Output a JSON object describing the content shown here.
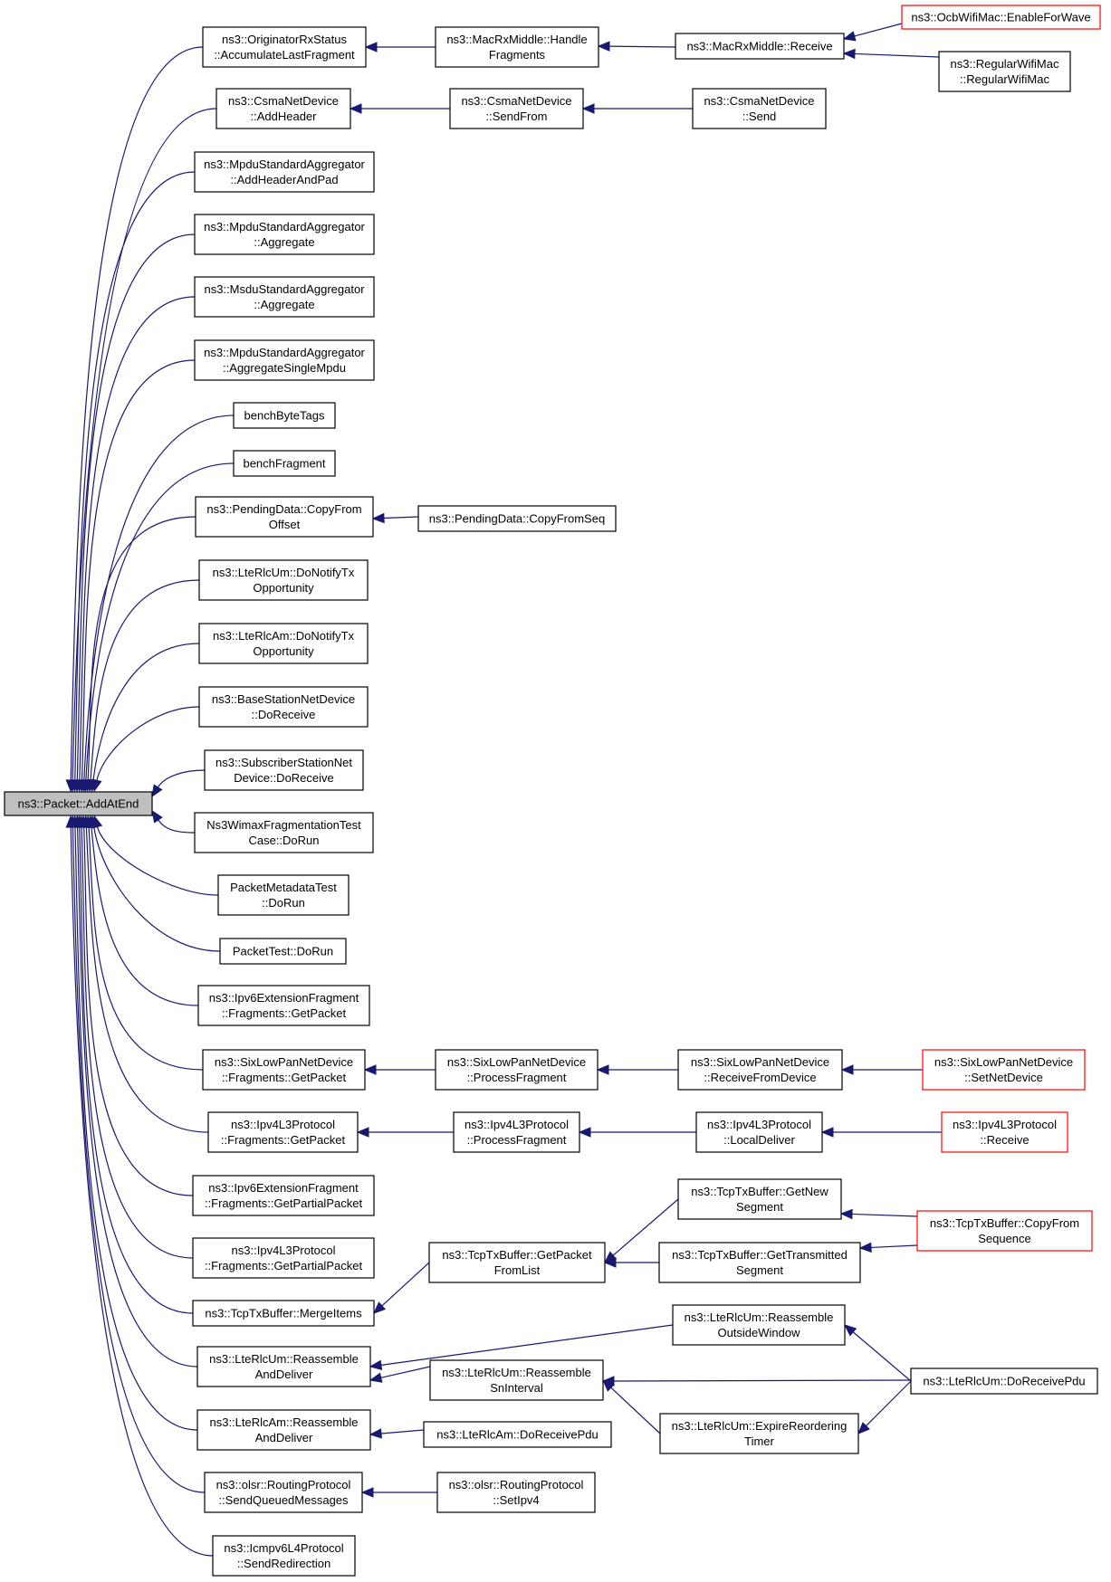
{
  "graph": {
    "root_id": "root",
    "nodes": [
      {
        "id": "root",
        "lines": [
          "ns3::Packet::AddAtEnd"
        ],
        "style": "root"
      },
      {
        "id": "orig_accum",
        "lines": [
          "ns3::OriginatorRxStatus",
          "::AccumulateLastFragment"
        ]
      },
      {
        "id": "macrx_handle",
        "lines": [
          "ns3::MacRxMiddle::Handle",
          "Fragments"
        ]
      },
      {
        "id": "macrx_receive",
        "lines": [
          "ns3::MacRxMiddle::Receive"
        ]
      },
      {
        "id": "ocb_enable",
        "lines": [
          "ns3::OcbWifiMac::EnableForWave"
        ],
        "style": "red"
      },
      {
        "id": "regular_wifi",
        "lines": [
          "ns3::RegularWifiMac",
          "::RegularWifiMac"
        ]
      },
      {
        "id": "csma_addheader",
        "lines": [
          "ns3::CsmaNetDevice",
          "::AddHeader"
        ]
      },
      {
        "id": "csma_sendfrom",
        "lines": [
          "ns3::CsmaNetDevice",
          "::SendFrom"
        ]
      },
      {
        "id": "csma_send",
        "lines": [
          "ns3::CsmaNetDevice",
          "::Send"
        ]
      },
      {
        "id": "mpdu_addheader",
        "lines": [
          "ns3::MpduStandardAggregator",
          "::AddHeaderAndPad"
        ]
      },
      {
        "id": "mpdu_aggregate",
        "lines": [
          "ns3::MpduStandardAggregator",
          "::Aggregate"
        ]
      },
      {
        "id": "msdu_aggregate",
        "lines": [
          "ns3::MsduStandardAggregator",
          "::Aggregate"
        ]
      },
      {
        "id": "mpdu_single",
        "lines": [
          "ns3::MpduStandardAggregator",
          "::AggregateSingleMpdu"
        ]
      },
      {
        "id": "bench_bytetags",
        "lines": [
          "benchByteTags"
        ]
      },
      {
        "id": "bench_fragment",
        "lines": [
          "benchFragment"
        ]
      },
      {
        "id": "pending_copyfromoffset",
        "lines": [
          "ns3::PendingData::CopyFrom",
          "Offset"
        ]
      },
      {
        "id": "pending_copyfromseq",
        "lines": [
          "ns3::PendingData::CopyFromSeq"
        ]
      },
      {
        "id": "lterlcum_notify",
        "lines": [
          "ns3::LteRlcUm::DoNotifyTx",
          "Opportunity"
        ]
      },
      {
        "id": "lterlcam_notify",
        "lines": [
          "ns3::LteRlcAm::DoNotifyTx",
          "Opportunity"
        ]
      },
      {
        "id": "basestation_receive",
        "lines": [
          "ns3::BaseStationNetDevice",
          "::DoReceive"
        ]
      },
      {
        "id": "subscriber_receive",
        "lines": [
          "ns3::SubscriberStationNet",
          "Device::DoReceive"
        ]
      },
      {
        "id": "wimax_frag_test",
        "lines": [
          "Ns3WimaxFragmentationTest",
          "Case::DoRun"
        ]
      },
      {
        "id": "packet_metadata_test",
        "lines": [
          "PacketMetadataTest",
          "::DoRun"
        ]
      },
      {
        "id": "packet_test",
        "lines": [
          "PacketTest::DoRun"
        ]
      },
      {
        "id": "ipv6ext_getpacket",
        "lines": [
          "ns3::Ipv6ExtensionFragment",
          "::Fragments::GetPacket"
        ]
      },
      {
        "id": "sixlowpan_getpacket",
        "lines": [
          "ns3::SixLowPanNetDevice",
          "::Fragments::GetPacket"
        ]
      },
      {
        "id": "sixlowpan_processfrag",
        "lines": [
          "ns3::SixLowPanNetDevice",
          "::ProcessFragment"
        ]
      },
      {
        "id": "sixlowpan_receivefrom",
        "lines": [
          "ns3::SixLowPanNetDevice",
          "::ReceiveFromDevice"
        ]
      },
      {
        "id": "sixlowpan_setnetdev",
        "lines": [
          "ns3::SixLowPanNetDevice",
          "::SetNetDevice"
        ],
        "style": "red"
      },
      {
        "id": "ipv4l3_getpacket",
        "lines": [
          "ns3::Ipv4L3Protocol",
          "::Fragments::GetPacket"
        ]
      },
      {
        "id": "ipv4l3_processfrag",
        "lines": [
          "ns3::Ipv4L3Protocol",
          "::ProcessFragment"
        ]
      },
      {
        "id": "ipv4l3_localdeliver",
        "lines": [
          "ns3::Ipv4L3Protocol",
          "::LocalDeliver"
        ]
      },
      {
        "id": "ipv4l3_receive",
        "lines": [
          "ns3::Ipv4L3Protocol",
          "::Receive"
        ],
        "style": "red"
      },
      {
        "id": "ipv6ext_getpartial",
        "lines": [
          "ns3::Ipv6ExtensionFragment",
          "::Fragments::GetPartialPacket"
        ]
      },
      {
        "id": "ipv4l3_getpartial",
        "lines": [
          "ns3::Ipv4L3Protocol",
          "::Fragments::GetPartialPacket"
        ]
      },
      {
        "id": "tcptx_mergeitems",
        "lines": [
          "ns3::TcpTxBuffer::MergeItems"
        ]
      },
      {
        "id": "tcptx_getpacketfromlist",
        "lines": [
          "ns3::TcpTxBuffer::GetPacket",
          "FromList"
        ]
      },
      {
        "id": "tcptx_getnewsegment",
        "lines": [
          "ns3::TcpTxBuffer::GetNew",
          "Segment"
        ]
      },
      {
        "id": "tcptx_gettransmitted",
        "lines": [
          "ns3::TcpTxBuffer::GetTransmitted",
          "Segment"
        ]
      },
      {
        "id": "tcptx_copyfromseq",
        "lines": [
          "ns3::TcpTxBuffer::CopyFrom",
          "Sequence"
        ],
        "style": "red"
      },
      {
        "id": "lterlcum_reassemble",
        "lines": [
          "ns3::LteRlcUm::Reassemble",
          "AndDeliver"
        ]
      },
      {
        "id": "lterlcum_outsidewindow",
        "lines": [
          "ns3::LteRlcUm::Reassemble",
          "OutsideWindow"
        ]
      },
      {
        "id": "lterlcum_sninterval",
        "lines": [
          "ns3::LteRlcUm::Reassemble",
          "SnInterval"
        ]
      },
      {
        "id": "lterlcum_doreceivepdu",
        "lines": [
          "ns3::LteRlcUm::DoReceivePdu"
        ]
      },
      {
        "id": "lterlcum_expire",
        "lines": [
          "ns3::LteRlcUm::ExpireReordering",
          "Timer"
        ]
      },
      {
        "id": "lterlcam_reassemble",
        "lines": [
          "ns3::LteRlcAm::Reassemble",
          "AndDeliver"
        ]
      },
      {
        "id": "lterlcam_doreceivepdu",
        "lines": [
          "ns3::LteRlcAm::DoReceivePdu"
        ]
      },
      {
        "id": "olsr_sendqueued",
        "lines": [
          "ns3::olsr::RoutingProtocol",
          "::SendQueuedMessages"
        ]
      },
      {
        "id": "olsr_setipv4",
        "lines": [
          "ns3::olsr::RoutingProtocol",
          "::SetIpv4"
        ]
      },
      {
        "id": "icmpv6_sendredirection",
        "lines": [
          "ns3::Icmpv6L4Protocol",
          "::SendRedirection"
        ]
      }
    ],
    "edges": [
      [
        "orig_accum",
        "root"
      ],
      [
        "csma_addheader",
        "root"
      ],
      [
        "mpdu_addheader",
        "root"
      ],
      [
        "mpdu_aggregate",
        "root"
      ],
      [
        "msdu_aggregate",
        "root"
      ],
      [
        "mpdu_single",
        "root"
      ],
      [
        "bench_bytetags",
        "root"
      ],
      [
        "bench_fragment",
        "root"
      ],
      [
        "pending_copyfromoffset",
        "root"
      ],
      [
        "lterlcum_notify",
        "root"
      ],
      [
        "lterlcam_notify",
        "root"
      ],
      [
        "basestation_receive",
        "root"
      ],
      [
        "subscriber_receive",
        "root"
      ],
      [
        "wimax_frag_test",
        "root"
      ],
      [
        "packet_metadata_test",
        "root"
      ],
      [
        "packet_test",
        "root"
      ],
      [
        "ipv6ext_getpacket",
        "root"
      ],
      [
        "sixlowpan_getpacket",
        "root"
      ],
      [
        "ipv4l3_getpacket",
        "root"
      ],
      [
        "ipv6ext_getpartial",
        "root"
      ],
      [
        "ipv4l3_getpartial",
        "root"
      ],
      [
        "tcptx_mergeitems",
        "root"
      ],
      [
        "lterlcum_reassemble",
        "root"
      ],
      [
        "lterlcam_reassemble",
        "root"
      ],
      [
        "olsr_sendqueued",
        "root"
      ],
      [
        "icmpv6_sendredirection",
        "root"
      ],
      [
        "macrx_handle",
        "orig_accum"
      ],
      [
        "macrx_receive",
        "macrx_handle"
      ],
      [
        "ocb_enable",
        "macrx_receive"
      ],
      [
        "regular_wifi",
        "macrx_receive"
      ],
      [
        "csma_sendfrom",
        "csma_addheader"
      ],
      [
        "csma_send",
        "csma_sendfrom"
      ],
      [
        "pending_copyfromseq",
        "pending_copyfromoffset"
      ],
      [
        "sixlowpan_processfrag",
        "sixlowpan_getpacket"
      ],
      [
        "sixlowpan_receivefrom",
        "sixlowpan_processfrag"
      ],
      [
        "sixlowpan_setnetdev",
        "sixlowpan_receivefrom"
      ],
      [
        "ipv4l3_processfrag",
        "ipv4l3_getpacket"
      ],
      [
        "ipv4l3_localdeliver",
        "ipv4l3_processfrag"
      ],
      [
        "ipv4l3_receive",
        "ipv4l3_localdeliver"
      ],
      [
        "tcptx_getpacketfromlist",
        "tcptx_mergeitems"
      ],
      [
        "tcptx_getnewsegment",
        "tcptx_getpacketfromlist"
      ],
      [
        "tcptx_gettransmitted",
        "tcptx_getpacketfromlist"
      ],
      [
        "tcptx_copyfromseq",
        "tcptx_getnewsegment"
      ],
      [
        "tcptx_copyfromseq",
        "tcptx_gettransmitted"
      ],
      [
        "lterlcum_outsidewindow",
        "lterlcum_reassemble"
      ],
      [
        "lterlcum_sninterval",
        "lterlcum_reassemble"
      ],
      [
        "lterlcum_doreceivepdu",
        "lterlcum_outsidewindow"
      ],
      [
        "lterlcum_doreceivepdu",
        "lterlcum_sninterval"
      ],
      [
        "lterlcum_expire",
        "lterlcum_sninterval"
      ],
      [
        "lterlcum_doreceivepdu",
        "lterlcum_expire"
      ],
      [
        "lterlcam_doreceivepdu",
        "lterlcam_reassemble"
      ],
      [
        "olsr_setipv4",
        "olsr_sendqueued"
      ]
    ]
  },
  "colors": {
    "edge": "#191970",
    "node_border": "#000000",
    "node_border_highlight": "#ff0000",
    "root_fill": "#bfbfbf",
    "background": "#ffffff"
  }
}
